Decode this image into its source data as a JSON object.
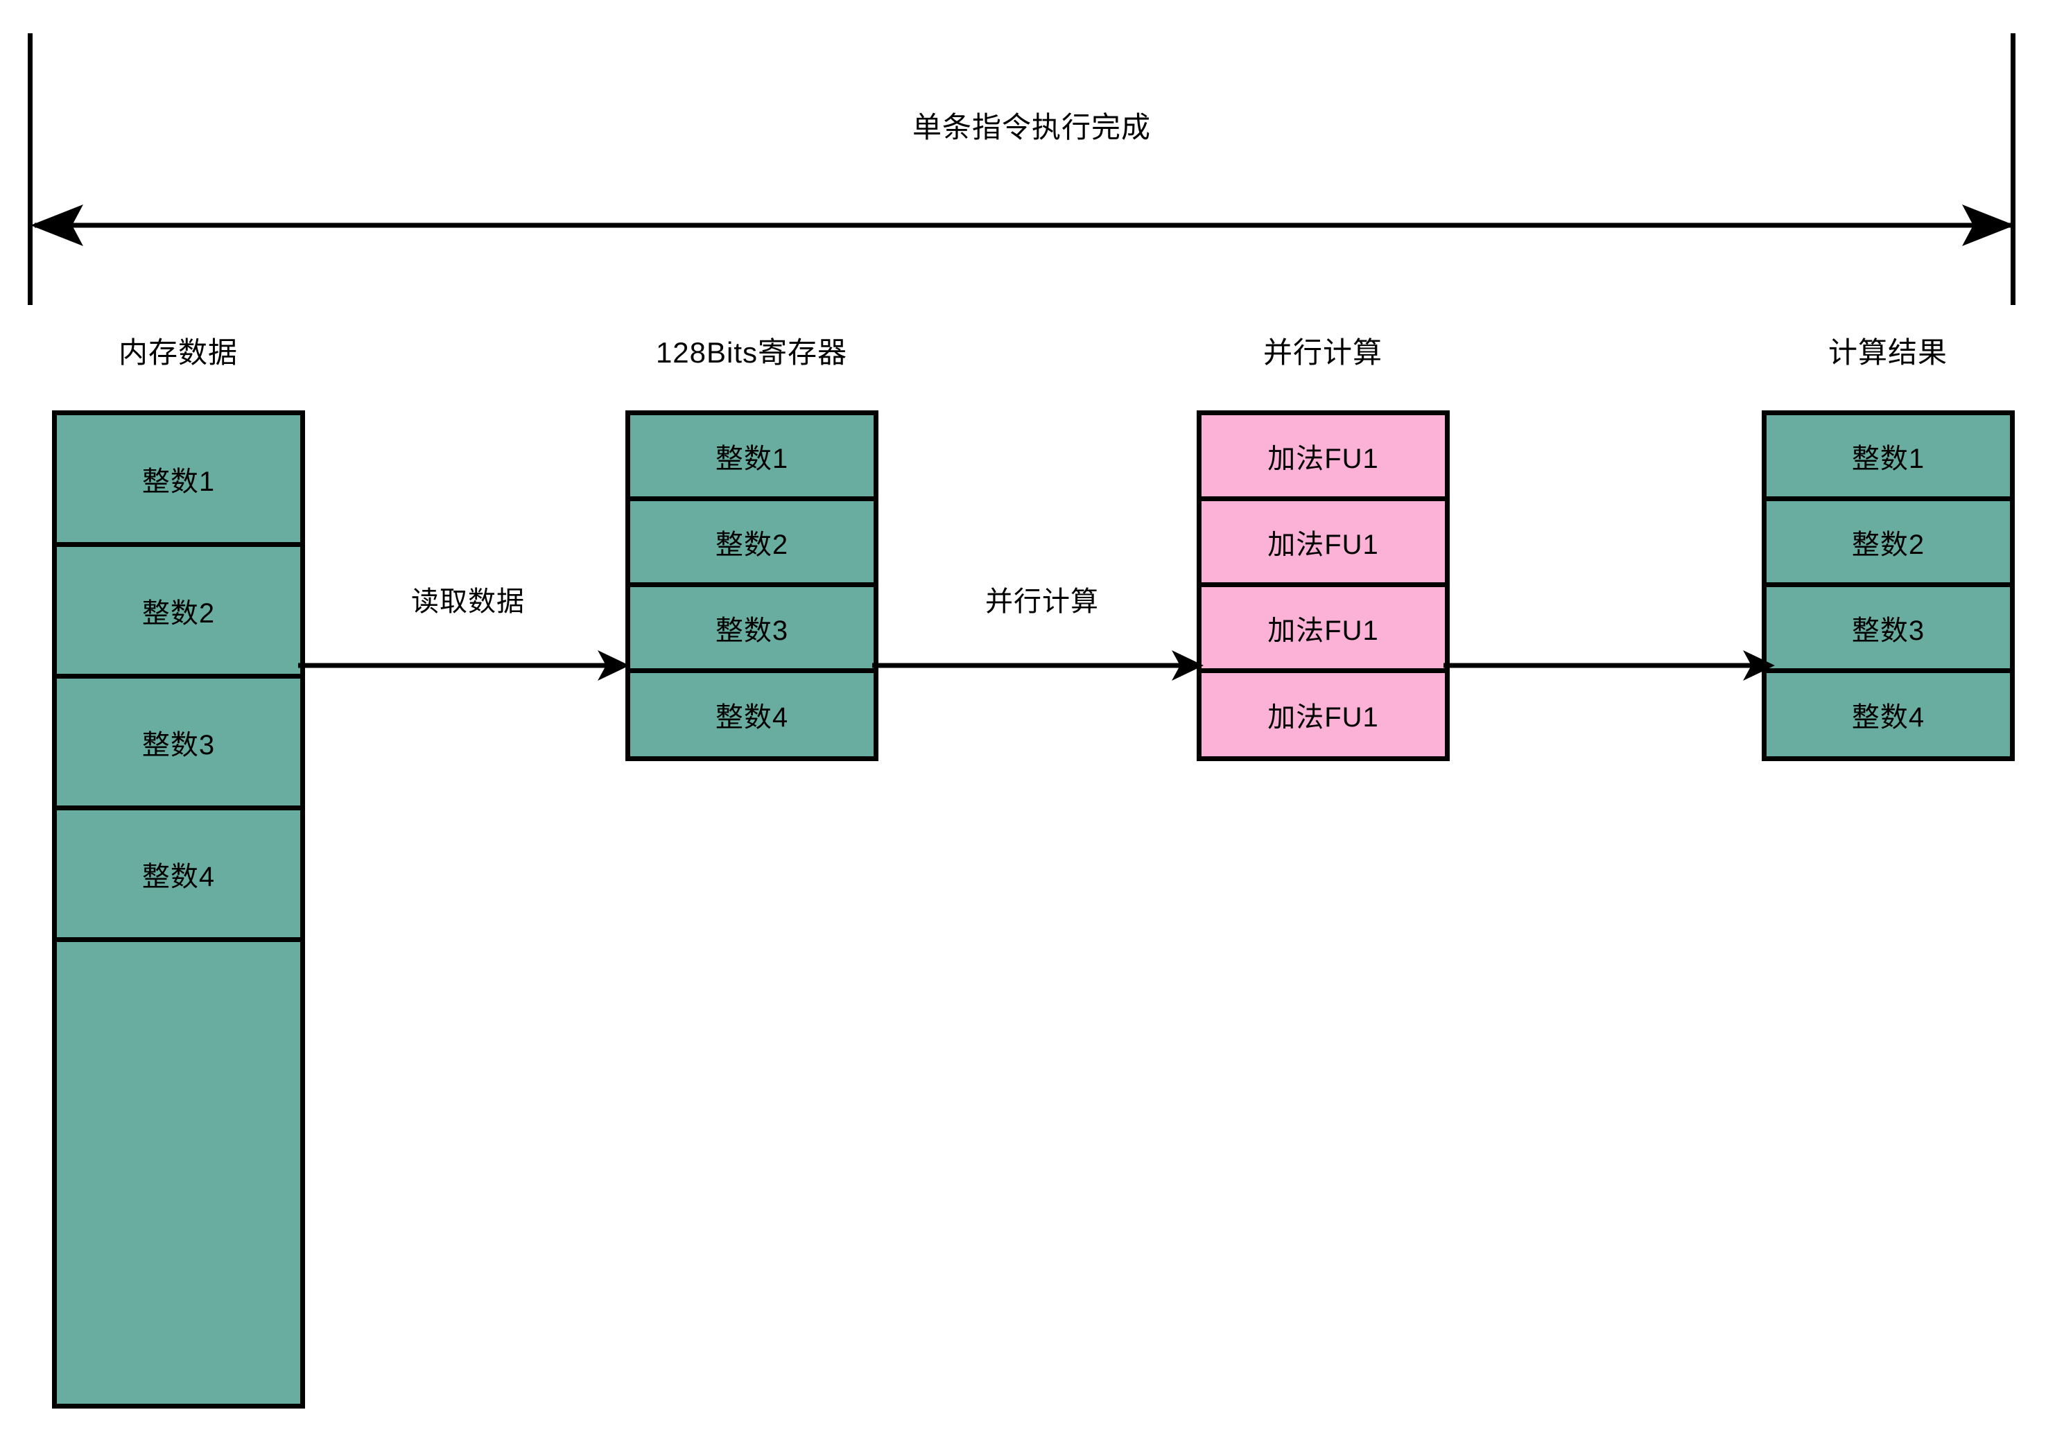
{
  "diagram": {
    "title": "单条指令执行完成",
    "colors": {
      "green_fill": "#69ada1",
      "pink_fill": "#fcb2d6",
      "stroke": "#000000",
      "background": "#ffffff"
    },
    "columns": [
      {
        "id": "memory-data",
        "header": "内存数据",
        "fill": "green",
        "cells": [
          "整数1",
          "整数2",
          "整数3",
          "整数4",
          ""
        ]
      },
      {
        "id": "register-128bits",
        "header": "128Bits寄存器",
        "fill": "green",
        "cells": [
          "整数1",
          "整数2",
          "整数3",
          "整数4"
        ]
      },
      {
        "id": "parallel-compute",
        "header": "并行计算",
        "fill": "pink",
        "cells": [
          "加法FU1",
          "加法FU1",
          "加法FU1",
          "加法FU1"
        ]
      },
      {
        "id": "compute-result",
        "header": "计算结果",
        "fill": "green",
        "cells": [
          "整数1",
          "整数2",
          "整数3",
          "整数4"
        ]
      }
    ],
    "flow_arrows": [
      {
        "id": "memory-to-register",
        "label": "读取数据"
      },
      {
        "id": "register-to-compute",
        "label": "并行计算"
      },
      {
        "id": "compute-to-result",
        "label": ""
      }
    ]
  }
}
